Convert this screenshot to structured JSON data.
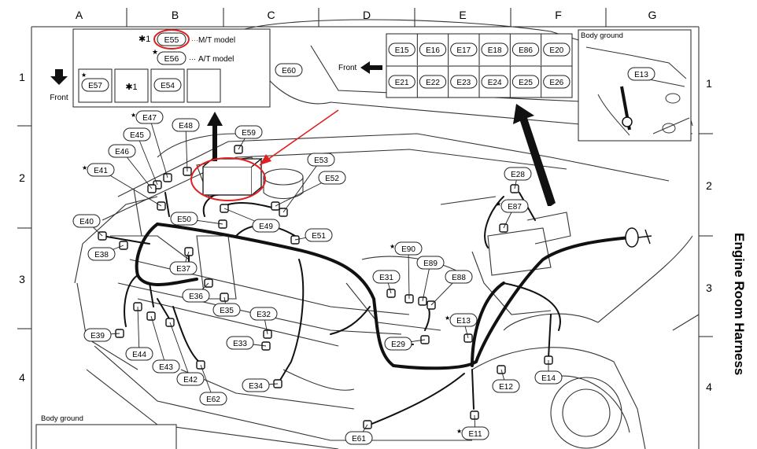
{
  "title": "Engine Room Harness",
  "grid": {
    "columns": [
      "A",
      "B",
      "C",
      "D",
      "E",
      "F",
      "G"
    ],
    "rows_left": [
      "1",
      "2",
      "3",
      "4"
    ],
    "rows_right": [
      "1",
      "2",
      "3",
      "4"
    ]
  },
  "legend": {
    "mt_ref": "E55",
    "mt_label": "M/T model",
    "at_ref": "E56",
    "at_label": "A/T model",
    "mark_star1": "✱1",
    "mark_star": "★",
    "front_label": "Front",
    "boxes": [
      "E57",
      "✱1",
      "E54",
      ""
    ]
  },
  "fuse_block": {
    "front_label": "Front",
    "row1": [
      "E15",
      "E16",
      "E17",
      "E18",
      "E86",
      "E20"
    ],
    "row2": [
      "E21",
      "E22",
      "E23",
      "E24",
      "E25",
      "E26"
    ]
  },
  "body_ground_top": {
    "label": "Body ground",
    "ref": "E13"
  },
  "body_ground_bottom": {
    "label": "Body ground"
  },
  "connectors": [
    "E60",
    "E47",
    "E48",
    "E59",
    "E45",
    "E46",
    "E41",
    "E53",
    "E52",
    "E40",
    "E50",
    "E49",
    "E51",
    "E38",
    "E37",
    "E36",
    "E35",
    "E39",
    "E44",
    "E43",
    "E42",
    "E62",
    "E32",
    "E33",
    "E34",
    "E61",
    "E28",
    "E87",
    "E90",
    "E89",
    "E88",
    "E31",
    "E13",
    "E29",
    "E12",
    "E14",
    "E11"
  ],
  "colors": {
    "highlight": "#e02020",
    "ink": "#111111",
    "sheet": "#ffffff"
  }
}
